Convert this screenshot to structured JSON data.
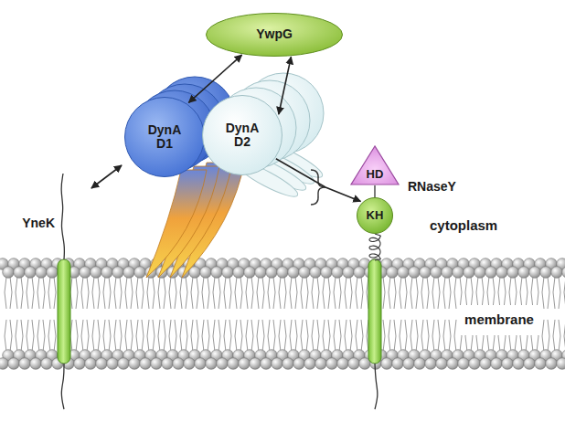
{
  "diagram": {
    "nodes": [
      {
        "text": [
          "YwpG"
        ]
      },
      {
        "text": [
          "DynA D1"
        ]
      },
      {
        "text": [
          "DynA D2"
        ]
      },
      {
        "text": [
          "HD"
        ]
      },
      {
        "text": [
          "KH"
        ]
      },
      {
        "text": [
          "membrane"
        ]
      }
    ],
    "edges": [
      {
        "from": 0,
        "to": 1,
        "arrow": "both"
      },
      {
        "from": 0,
        "to": 2,
        "arrow": "both"
      },
      {
        "from": 2,
        "to": 4,
        "arrow": "to"
      }
    ],
    "labels": [
      "YneK",
      "RNaseY",
      "cytoplasm"
    ]
  }
}
